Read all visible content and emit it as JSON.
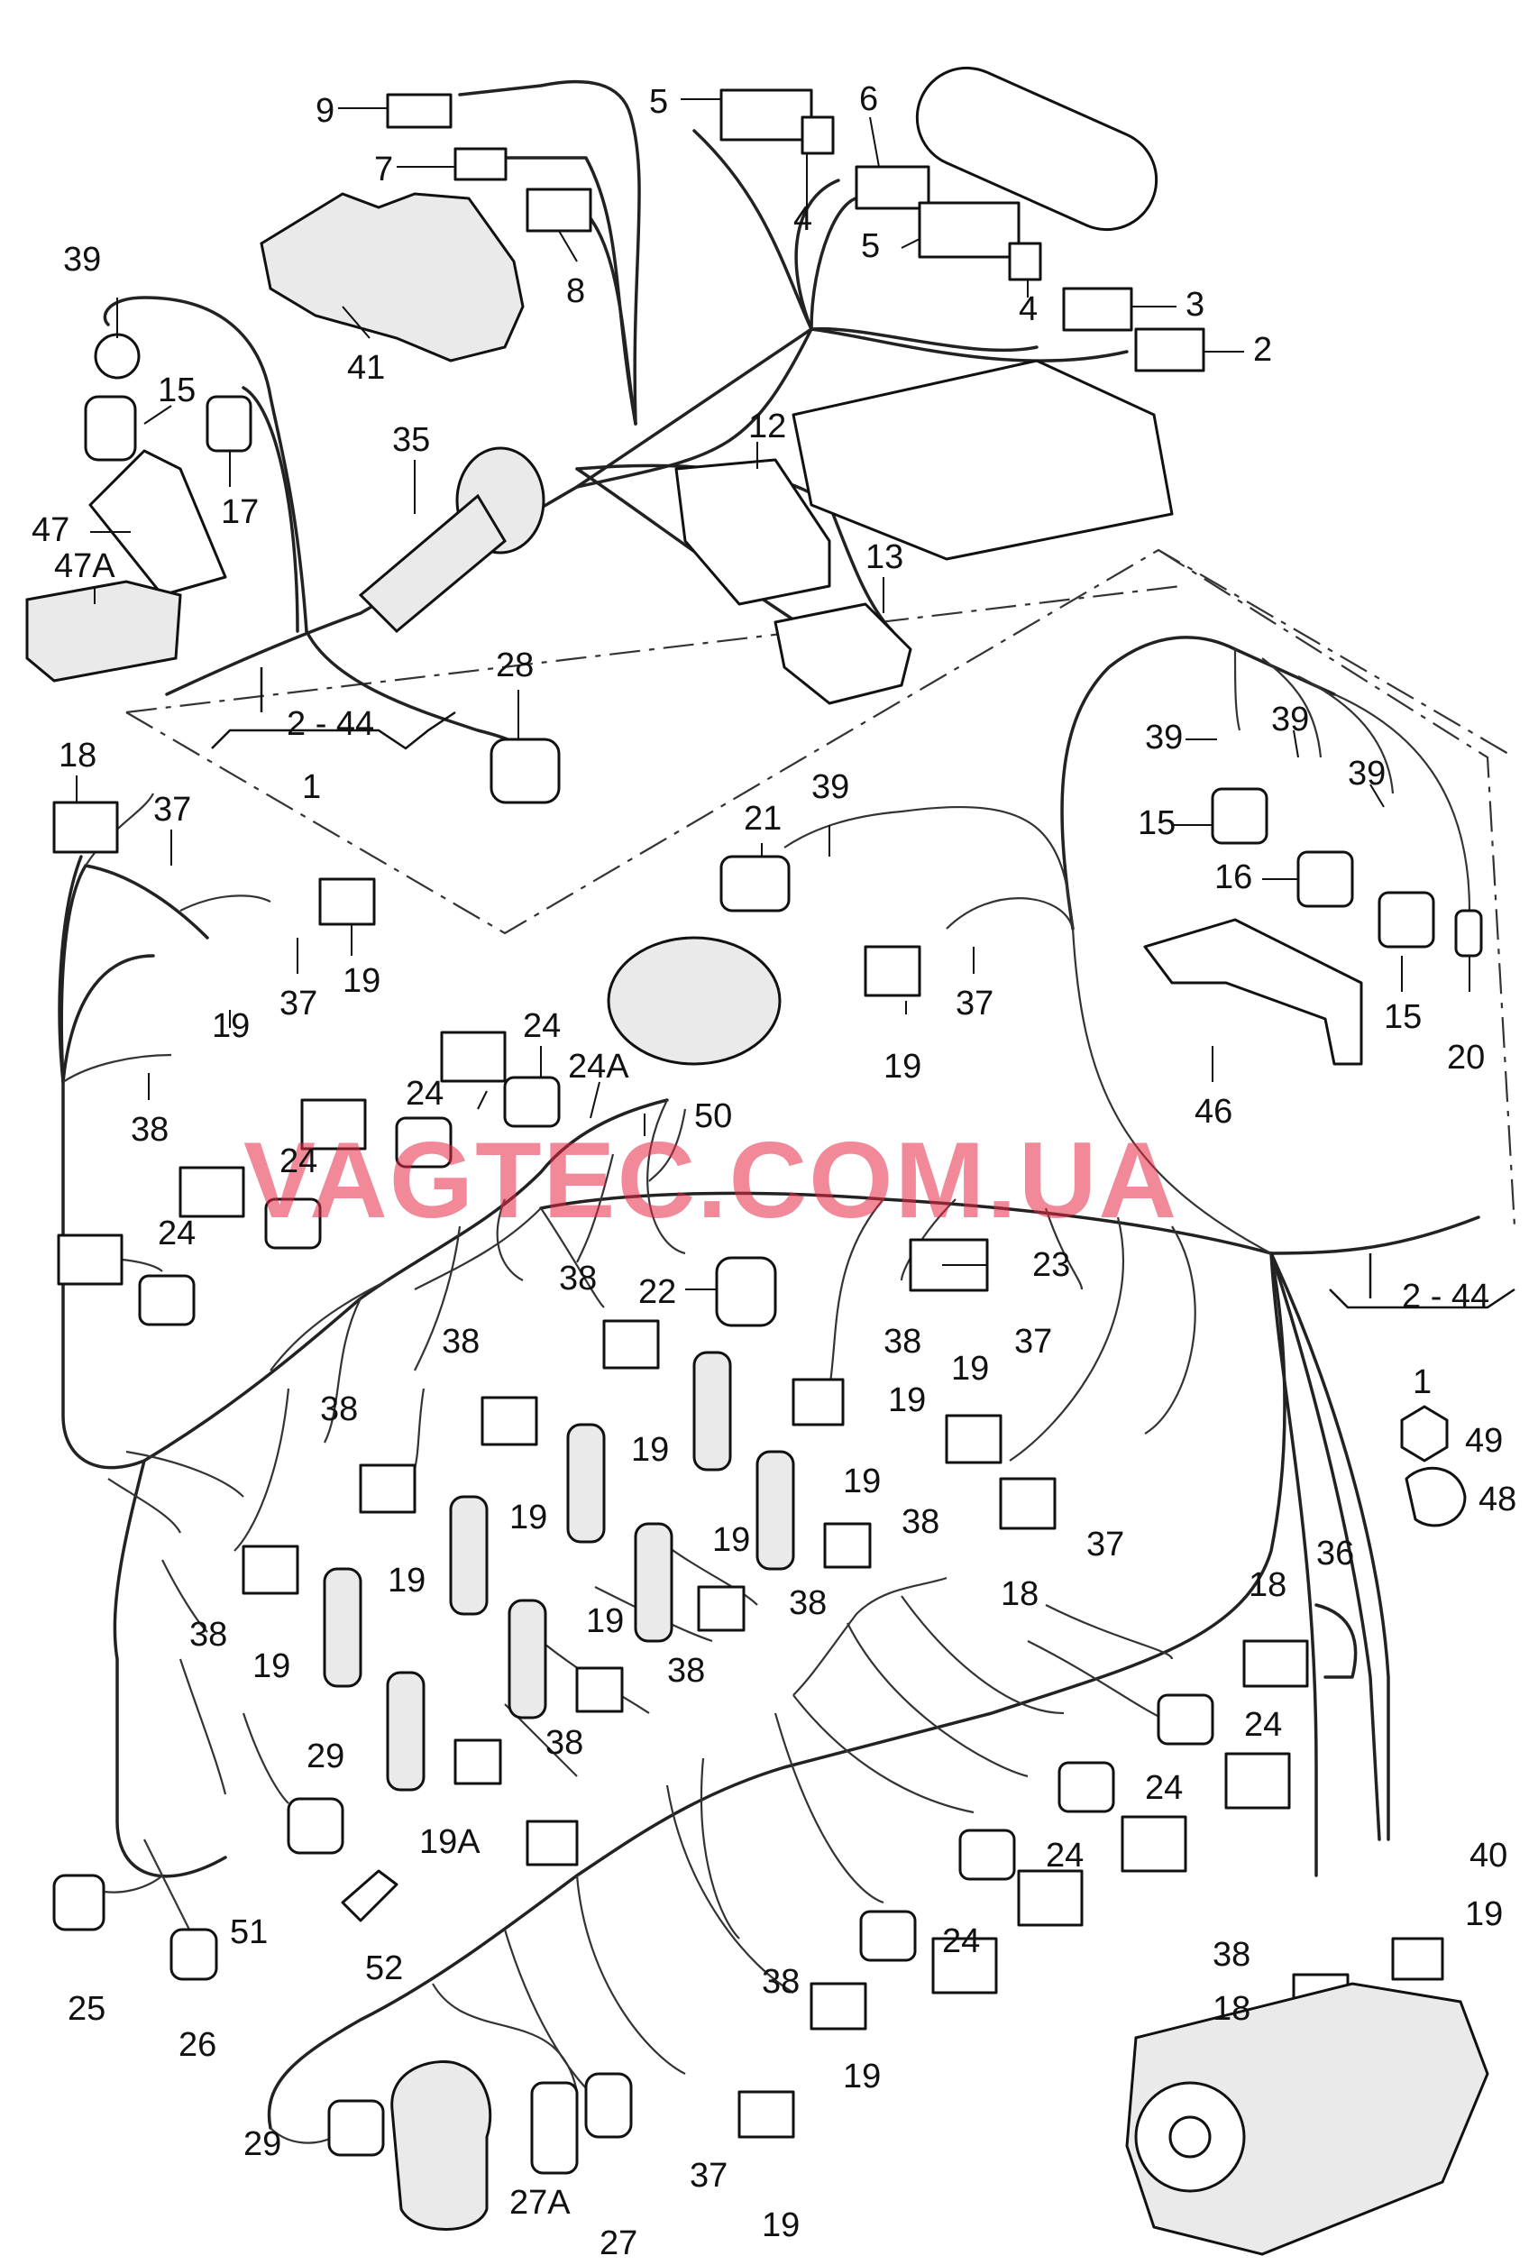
{
  "watermark": "VAGTEC.COM.UA",
  "groups": [
    {
      "range": "2 - 44",
      "id": "1"
    },
    {
      "range": "2 - 44",
      "id": "1"
    }
  ],
  "labels": {
    "l9": "9",
    "l7": "7",
    "l8": "8",
    "l41": "41",
    "l5a": "5",
    "l4a": "4",
    "l6": "6",
    "l5b": "5",
    "l4b": "4",
    "l3": "3",
    "l2": "2",
    "l39a": "39",
    "l15a": "15",
    "l17": "17",
    "l47": "47",
    "l47a": "47A",
    "l35": "35",
    "l12": "12",
    "l13": "13",
    "l28": "28",
    "l18a": "18",
    "l37a": "37",
    "l37b": "37",
    "l19a": "19",
    "l21": "21",
    "l39b": "39",
    "l37c": "37",
    "l19b": "19",
    "l39c": "39",
    "l39d": "39",
    "l39e": "39",
    "l15b": "15",
    "l16": "16",
    "l15c": "15",
    "l20": "20",
    "l46": "46",
    "l19c": "19",
    "l38a": "38",
    "l24a": "24",
    "l24b": "24",
    "l24aa": "24A",
    "l50": "50",
    "l24c": "24",
    "l24d": "24",
    "l22": "22",
    "l23": "23",
    "l38b": "38",
    "l38c": "38",
    "l19d": "19",
    "l38d": "38",
    "l19e": "19",
    "l38e": "38",
    "l19f": "19",
    "l38f": "38",
    "l19g": "19",
    "l19h": "19",
    "l37d": "37",
    "l37e": "37",
    "l18b": "18",
    "l19i": "19",
    "l38g": "38",
    "l19j": "19",
    "l38h": "38",
    "l19k": "19",
    "l38i": "38",
    "l19l": "19",
    "l38j": "38",
    "l19aa": "19A",
    "l49": "49",
    "l48": "48",
    "l36": "36",
    "l18c": "18",
    "l24e": "24",
    "l24f": "24",
    "l24g": "24",
    "l24h": "24",
    "l29a": "29",
    "l51": "51",
    "l52": "52",
    "l25": "25",
    "l26": "26",
    "l40": "40",
    "l19m": "19",
    "l38k": "38",
    "l18d": "18",
    "l38l": "38",
    "l19n": "19",
    "l37f": "37",
    "l19o": "19",
    "l29b": "29",
    "l27a": "27A",
    "l27": "27"
  }
}
